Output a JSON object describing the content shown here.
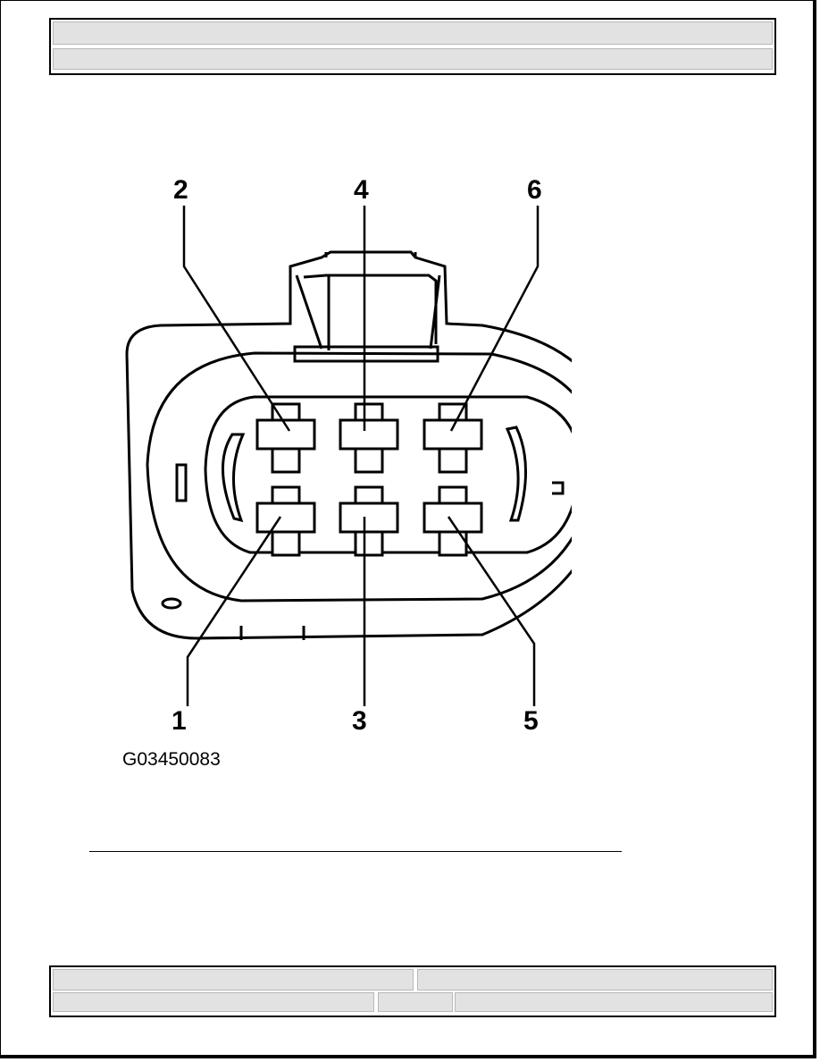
{
  "header": {
    "row1": "",
    "row2": ""
  },
  "figure": {
    "code": "G03450083",
    "callouts": [
      "1",
      "2",
      "3",
      "4",
      "5",
      "6"
    ]
  },
  "footer": {
    "row1_left": "",
    "row1_right": "",
    "row2_left": "",
    "row2_mid": "",
    "row2_right": ""
  }
}
